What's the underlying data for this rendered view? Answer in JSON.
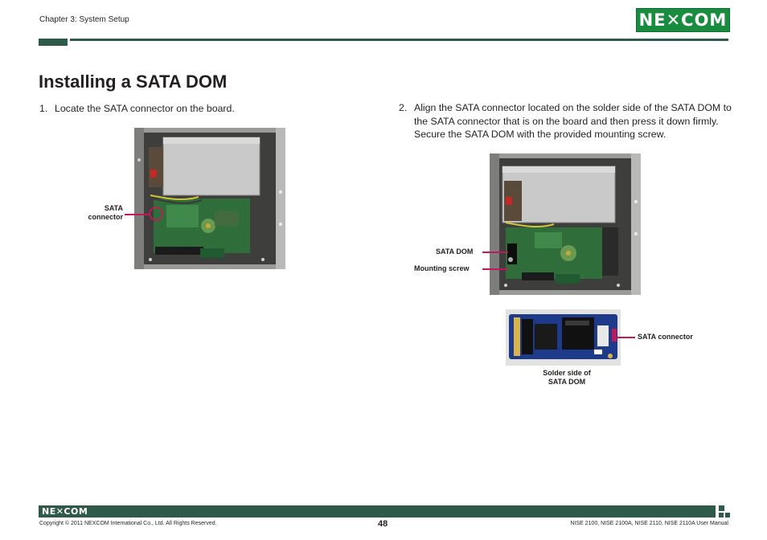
{
  "header": {
    "chapter": "Chapter 3: System Setup",
    "logo": "NE✕COM",
    "brand_color": "#1a8c3f",
    "bar_color": "#2f5a4a"
  },
  "title": "Installing a SATA DOM",
  "steps": [
    {
      "num": "1.",
      "text": "Locate the SATA connector on the board.",
      "labels": {
        "sata_connector": "SATA\nconnector"
      }
    },
    {
      "num": "2.",
      "text": "Align the SATA connector located on the solder side of the SATA DOM to the SATA connector that is on the board and then press it down firmly. Secure the SATA DOM with the provided mounting screw.",
      "labels": {
        "sata_dom": "SATA DOM",
        "mounting_screw": "Mounting screw",
        "sata_connector": "SATA connector",
        "solder_side": "Solder side of\nSATA DOM"
      }
    }
  ],
  "footer": {
    "logo": "NE✕COM",
    "copyright": "Copyright © 2011 NEXCOM International Co., Ltd. All Rights Reserved.",
    "page": "48",
    "manual": "NISE 2100, NISE 2100A, NISE 2110, NISE 2110A User Manual"
  }
}
